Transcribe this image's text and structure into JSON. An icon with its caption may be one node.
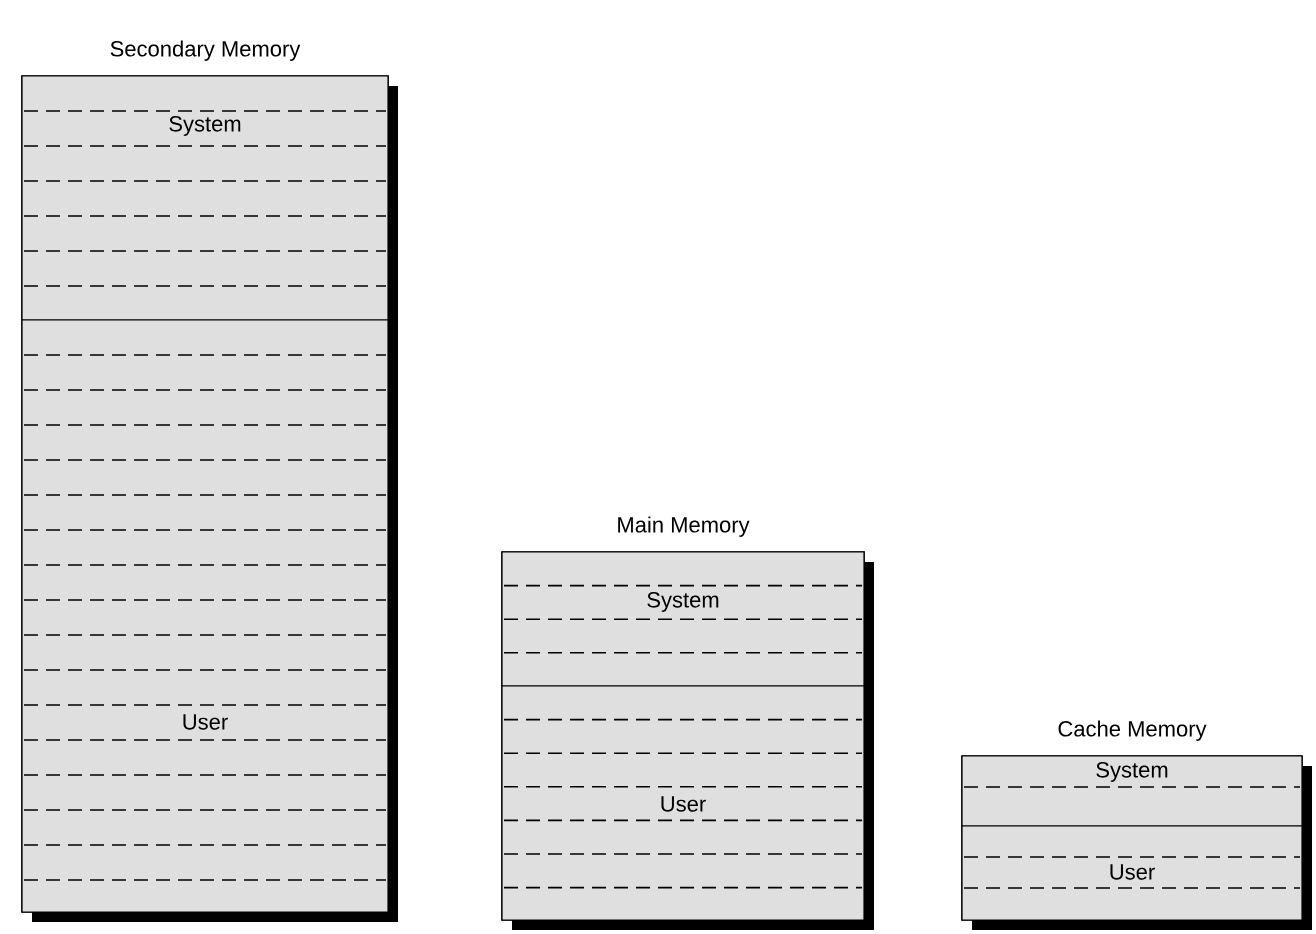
{
  "diagram": {
    "nodes": [
      {
        "text": [
          "Secondary Memory"
        ]
      },
      {
        "text": [
          "System"
        ],
        "in": 0
      },
      {
        "text": [
          "User"
        ],
        "in": 0
      },
      {
        "text": [
          "Main Memory"
        ]
      },
      {
        "text": [
          "System"
        ],
        "in": 3
      },
      {
        "text": [
          "User"
        ],
        "in": 3
      },
      {
        "text": [
          "Cache Memory"
        ]
      },
      {
        "text": [
          "System"
        ],
        "in": 6
      },
      {
        "text": [
          "User"
        ],
        "in": 6
      }
    ]
  }
}
